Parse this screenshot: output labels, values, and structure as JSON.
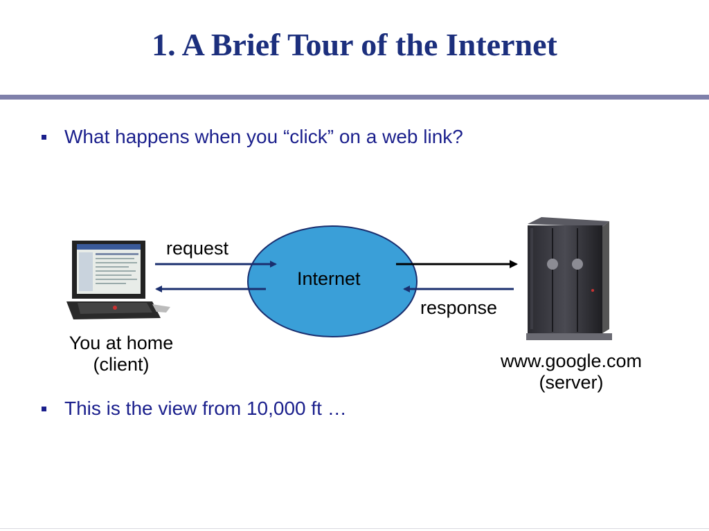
{
  "slide": {
    "title": "1. A Brief Tour of the Internet",
    "bullets": [
      "What happens when you “click” on a web link?",
      "This is the view from 10,000 ft …"
    ]
  },
  "diagram": {
    "request_label": "request",
    "internet_label": "Internet",
    "response_label": "response",
    "client_label_line1": "You at home",
    "client_label_line2": "(client)",
    "server_label_line1": "www.google.com",
    "server_label_line2": "(server)",
    "cloud_color": "#3a9fd8",
    "arrow_color_navy": "#1a2e6e",
    "arrow_color_black": "#000000",
    "client_icon": "laptop-icon",
    "server_icon": "server-tower-icon"
  }
}
